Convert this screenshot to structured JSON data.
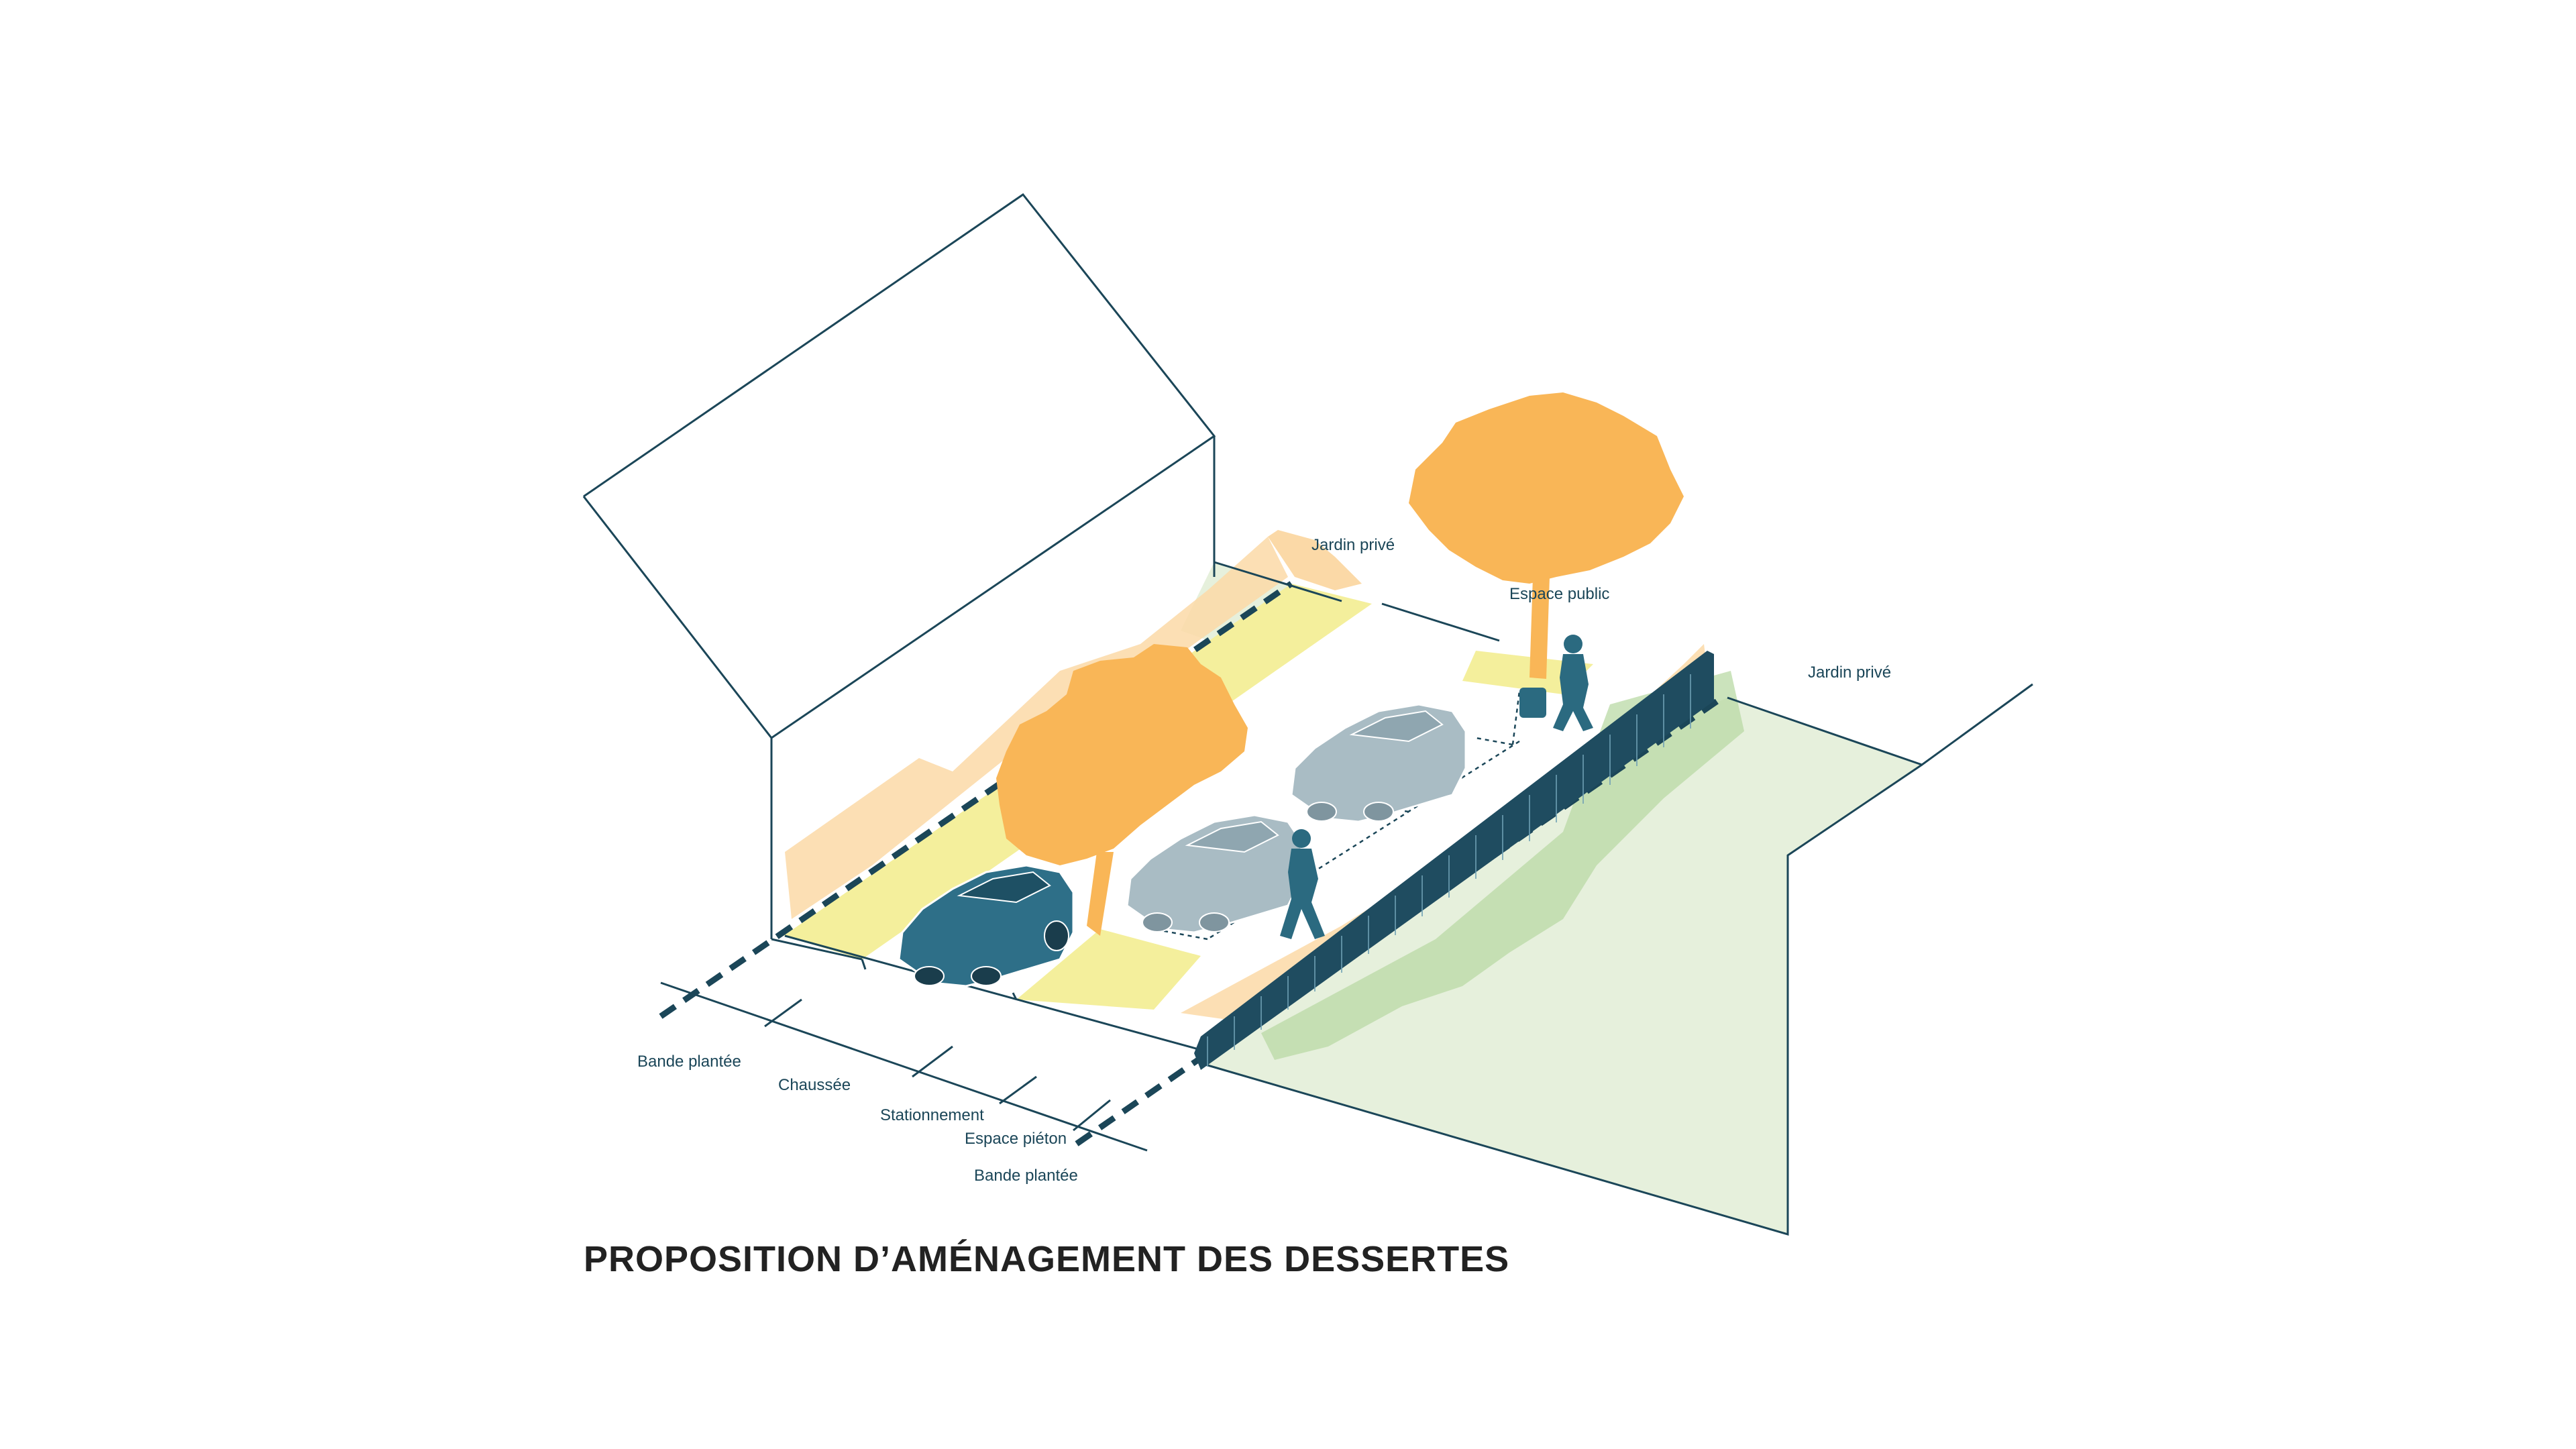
{
  "title": "PROPOSITION D’AMÉNAGEMENT DES DESSERTES",
  "labels": {
    "jardin_prive_top": "Jardin privé",
    "espace_public": "Espace public",
    "jardin_prive_right": "Jardin privé",
    "bande_plantee_left": "Bande plantée",
    "chaussee": "Chaussée",
    "stationnement": "Stationnement",
    "espace_pieton": "Espace piéton",
    "bande_plantee_right": "Bande plantée"
  },
  "colors": {
    "line": "#1b4658",
    "tree": "#f9b657",
    "tree_light": "#fbd9a7",
    "planting_yellow": "#f4ef9c",
    "garden_green": "#e6f0dc",
    "green_dark": "#b9d9a6",
    "car_dark": "#2e6f88",
    "car_light": "#a9bcc4",
    "person": "#2b6a80",
    "fence": "#1f4c60"
  },
  "icons": [
    "house-outline-icon",
    "tree-icon",
    "car-icon",
    "pedestrian-icon",
    "fence-icon"
  ]
}
